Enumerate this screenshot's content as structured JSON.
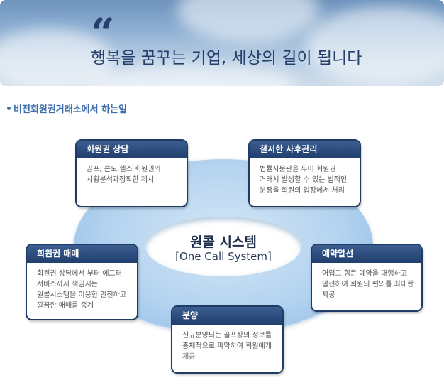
{
  "banner": {
    "quote_mark": "“",
    "title": "행복을 꿈꾸는 기업, 세상의 길이 됩니다"
  },
  "section": {
    "title": "비전회원권거래소에서 하는일"
  },
  "diagram": {
    "center_title": "원콜 시스템",
    "center_subtitle": "[One Call System]",
    "cards": [
      {
        "title": "회원권 상담",
        "body": "골프, 콘도,헬스 회원권의\n시황분석과정확한 제시"
      },
      {
        "title": "철저한 사후관리",
        "body": "법률자문관을 두어 회원권\n거래시 발생할 수 있는 법적인\n분쟁을 회원의 입장에서 처리"
      },
      {
        "title": "회원권 매매",
        "body": "회원권 상담에서 부터 에프터\n서비스까지 책임지는\n원콜시스템을 이용한 안전하고\n깔끔한 매매를 중계"
      },
      {
        "title": "예약알선",
        "body": "어렵고 힘든 예약을 대행하고\n알선하여 회원의 편의를 최대한\n제공"
      },
      {
        "title": "분양",
        "body": "신규분양되는 골프장의 정보를\n총체적으로 파악하여 회원에게\n제공"
      }
    ]
  },
  "colors": {
    "navy": "#1f3b66",
    "accent_blue": "#3e6eaa",
    "ring_blue": "#9ec5ea"
  }
}
